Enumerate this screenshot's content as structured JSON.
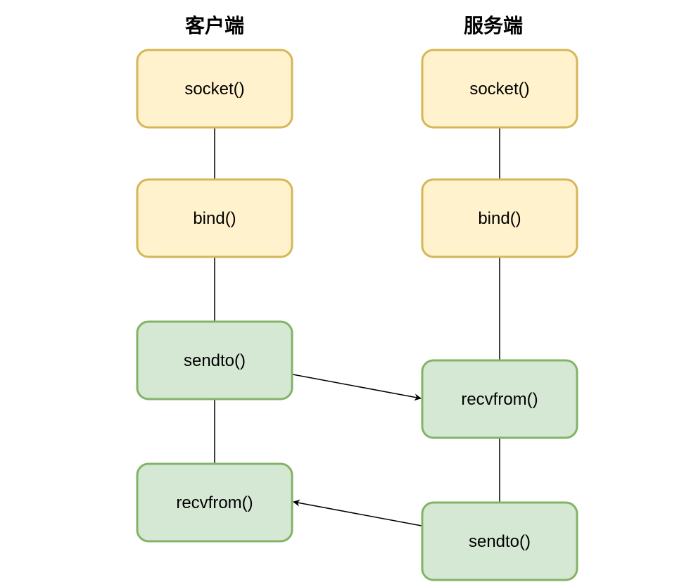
{
  "diagram": {
    "client_title": "客户端",
    "server_title": "服务端",
    "client_nodes": [
      {
        "id": "c-socket",
        "label": "socket()",
        "kind": "setup"
      },
      {
        "id": "c-bind",
        "label": "bind()",
        "kind": "setup"
      },
      {
        "id": "c-sendto",
        "label": "sendto()",
        "kind": "io"
      },
      {
        "id": "c-recvfrom",
        "label": "recvfrom()",
        "kind": "io"
      }
    ],
    "server_nodes": [
      {
        "id": "s-socket",
        "label": "socket()",
        "kind": "setup"
      },
      {
        "id": "s-bind",
        "label": "bind()",
        "kind": "setup"
      },
      {
        "id": "s-recvfrom",
        "label": "recvfrom()",
        "kind": "io"
      },
      {
        "id": "s-sendto",
        "label": "sendto()",
        "kind": "io"
      }
    ],
    "messages": [
      {
        "from": "c-sendto",
        "to": "s-recvfrom"
      },
      {
        "from": "s-sendto",
        "to": "c-recvfrom"
      }
    ],
    "colors": {
      "setup_fill": "#fff2cc",
      "setup_stroke": "#d6b656",
      "io_fill": "#d5e8d4",
      "io_stroke": "#82b366",
      "line": "#000000"
    }
  }
}
